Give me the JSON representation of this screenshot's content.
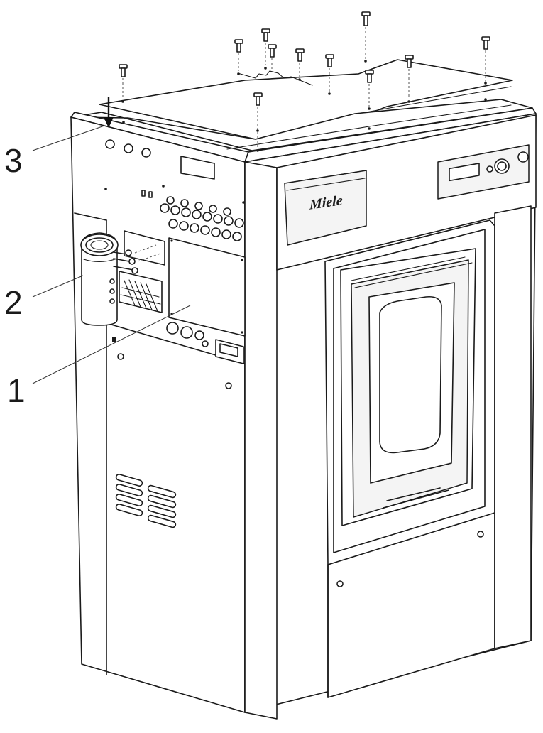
{
  "figure": {
    "brand_logo": "Miele",
    "callouts": [
      {
        "number": "1",
        "target": "rear-access-cover"
      },
      {
        "number": "2",
        "target": "water-inlet-connection"
      },
      {
        "number": "3",
        "target": "top-cover-edge"
      }
    ]
  }
}
